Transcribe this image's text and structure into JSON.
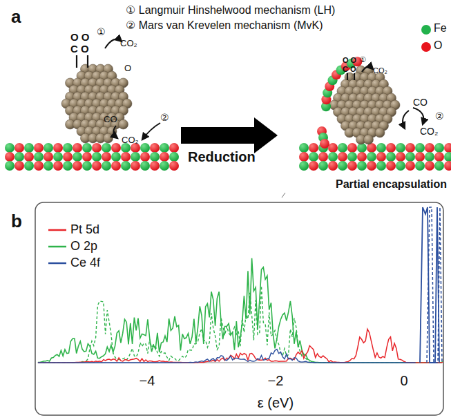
{
  "diagram": {
    "labels": [
      "a",
      "① Langmuir Hinshelwood mechanism (LH)",
      "② Mars van Krevelen mechanism (MvK)",
      "O O",
      "C O",
      "①",
      "CO₂",
      "O",
      "CO",
      "CO₂",
      "②",
      "Reduction",
      "O O",
      "C O",
      "①",
      "CO₂",
      "CO",
      "②",
      "CO₂",
      "Partial encapsulation",
      "b",
      "−4",
      "−2",
      "0",
      "ε (eV)"
    ],
    "legend": [
      {
        "text": "Fe",
        "color": "#22b24c"
      },
      {
        "text": "O",
        "color": "#e8141c"
      },
      {
        "text": "Pt 5d"
      },
      {
        "text": "O 2p"
      },
      {
        "text": "Ce 4f"
      }
    ]
  }
}
